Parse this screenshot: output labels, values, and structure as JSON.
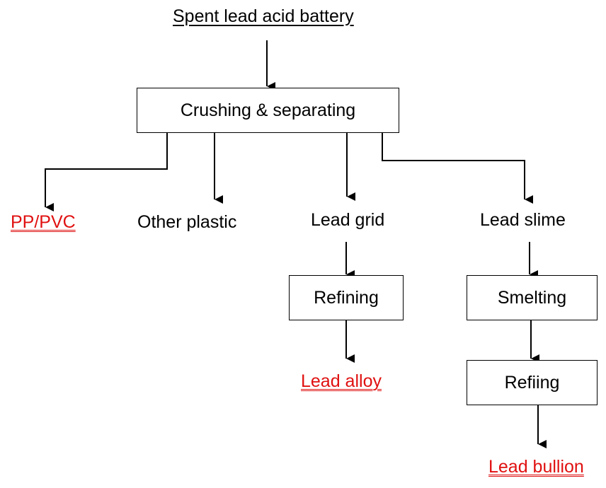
{
  "title": "Spent lead acid battery",
  "colors": {
    "product": "#e01010",
    "line": "#000000"
  },
  "process_boxes": {
    "crushing": "Crushing & separating",
    "refining_grid": "Refining",
    "smelting": "Smelting",
    "refining_slime": "Refiing"
  },
  "intermediates": {
    "other_plastic": "Other plastic",
    "lead_grid": "Lead grid",
    "lead_slime": "Lead slime"
  },
  "products": {
    "pp_pvc": "PP/PVC",
    "lead_alloy": "Lead alloy",
    "lead_bullion": "Lead bullion"
  }
}
